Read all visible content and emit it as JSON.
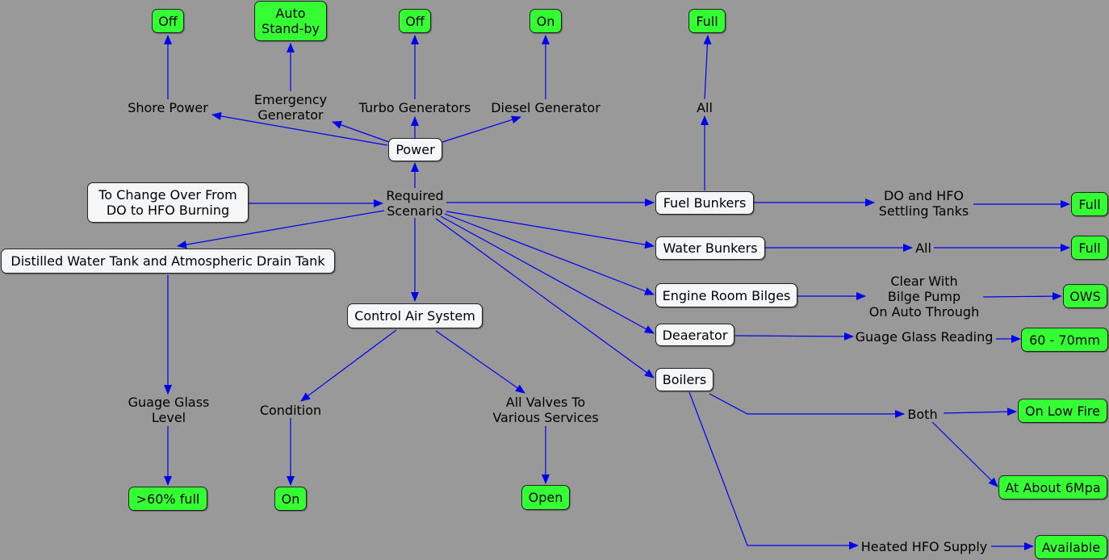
{
  "colors": {
    "background": "#999999",
    "edge": "#0000ee",
    "status": "#33ff33",
    "box": "#f4f6f8"
  },
  "nodes": {
    "off_shore": "Off",
    "auto_standby": "Auto\nStand-by",
    "off_turbo": "Off",
    "on_diesel": "On",
    "full_all": "Full",
    "shore_power": "Shore Power",
    "emergency_generator": "Emergency\nGenerator",
    "turbo_generators": "Turbo Generators",
    "diesel_generator": "Diesel Generator",
    "all_fuel": "All",
    "power": "Power",
    "change_over": "To Change Over From\nDO to HFO Burning",
    "required_scenario": "Required\nScenario",
    "fuel_bunkers": "Fuel Bunkers",
    "settling_tanks": "DO and HFO\nSettling Tanks",
    "full_settling": "Full",
    "distilled_water_tank": "Distilled Water Tank and Atmospheric Drain Tank",
    "water_bunkers": "Water Bunkers",
    "all_water": "All",
    "full_water": "Full",
    "engine_room_bilges": "Engine Room Bilges",
    "clear_bilge": "Clear With\nBilge Pump\nOn Auto Through",
    "ows": "OWS",
    "control_air_system": "Control Air System",
    "deaerator": "Deaerator",
    "gauge_glass_reading": "Guage Glass Reading",
    "reading_value": "60 - 70mm",
    "boilers": "Boilers",
    "gauge_glass_level": "Guage Glass\nLevel",
    "condition": "Condition",
    "all_valves": "All Valves To\nVarious Services",
    "both": "Both",
    "on_low_fire": "On Low Fire",
    "at_about_6mpa": "At About 6Mpa",
    "level_full": ">60% full",
    "on_condition": "On",
    "open_valves": "Open",
    "heated_hfo_supply": "Heated HFO Supply",
    "available": "Available"
  }
}
